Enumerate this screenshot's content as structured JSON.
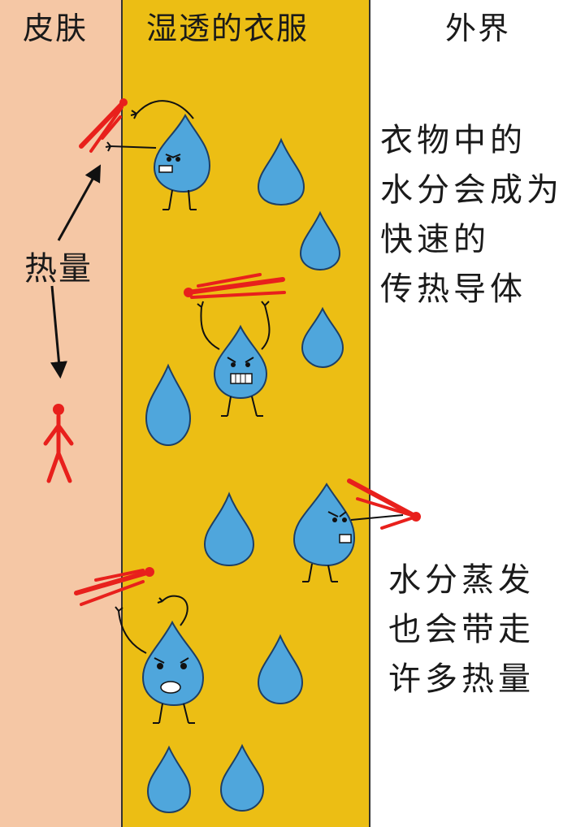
{
  "headers": {
    "skin": "皮肤",
    "wet_clothes": "湿透的衣服",
    "outside": "外界"
  },
  "heat_label": "热量",
  "explanation_top": [
    "衣物中的",
    "水分会成为",
    "快速的",
    "传热导体"
  ],
  "explanation_bottom": [
    "水分蒸发",
    "也会带走",
    "许多热量"
  ],
  "colors": {
    "skin": "#f5c7a5",
    "clothes": "#ecbe14",
    "outside": "#ffffff",
    "droplet": "#4fa6dc",
    "heat": "#e8201c"
  }
}
